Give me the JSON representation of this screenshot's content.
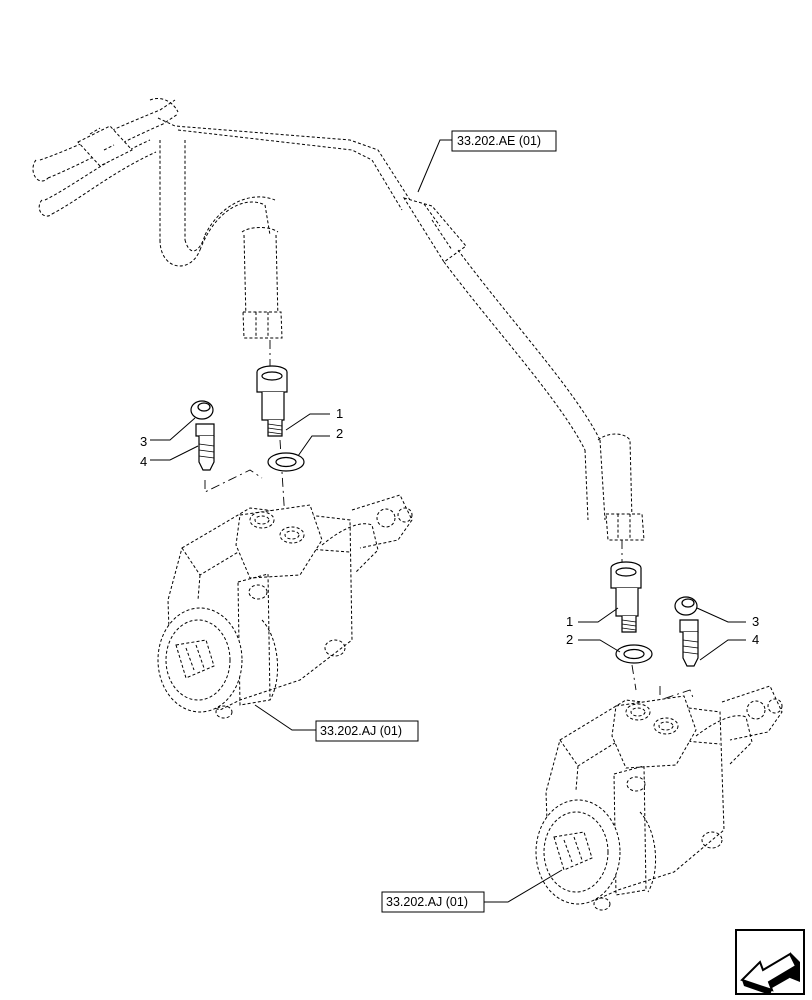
{
  "callouts": {
    "left_1": "1",
    "left_2": "2",
    "left_3": "3",
    "left_4": "4",
    "right_1": "1",
    "right_2": "2",
    "right_3": "3",
    "right_4": "4"
  },
  "references": {
    "pipe_ref": "33.202.AE (01)",
    "valve_left_ref": "33.202.AJ (01)",
    "valve_right_ref": "33.202.AJ (01)"
  },
  "icons": {
    "corner": "view-direction-arrow-icon"
  }
}
